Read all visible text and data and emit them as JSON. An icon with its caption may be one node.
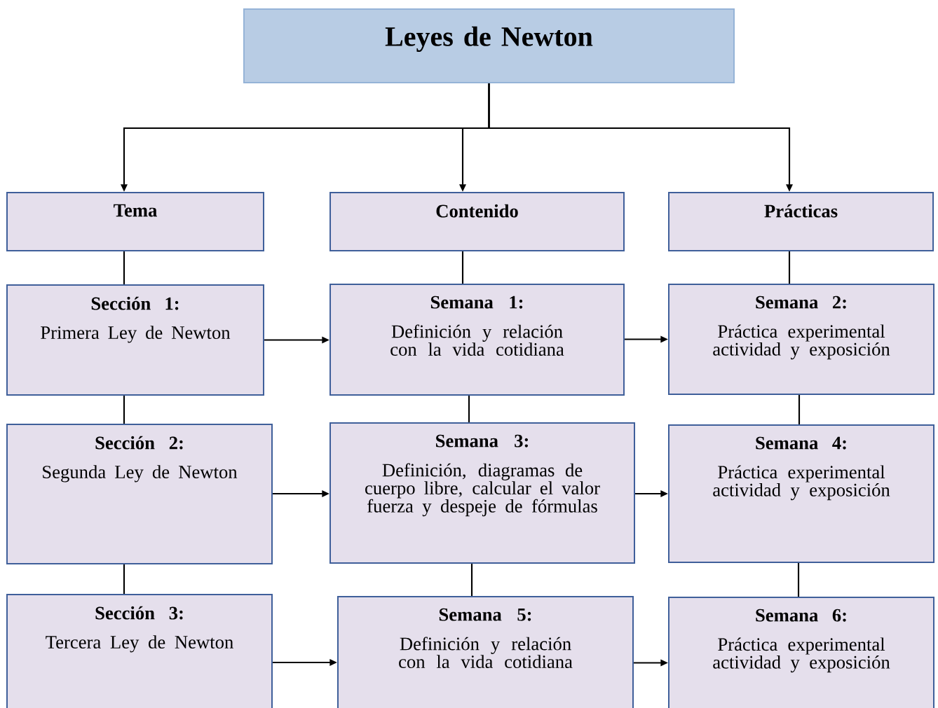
{
  "diagram": {
    "nodes": [
      {
        "text": [
          "Leyes de Newton"
        ]
      },
      {
        "text": [
          "Tema"
        ]
      },
      {
        "text": [
          "Contenido"
        ]
      },
      {
        "text": [
          "Prácticas"
        ]
      },
      {
        "text": [
          "Sección 1:",
          "Primera Ley de Newton"
        ]
      },
      {
        "text": [
          "Semana 1:",
          "Definición y relación con la vida cotidiana"
        ]
      },
      {
        "text": [
          "Semana 2:",
          "Práctica experimental actividad y exposición"
        ]
      },
      {
        "text": [
          "Sección 2:",
          "Segunda Ley de Newton"
        ]
      },
      {
        "text": [
          "Semana 3:",
          "Definición, diagramas de cuerpo libre, calcular el valor fuerza y despeje de fórmulas"
        ]
      },
      {
        "text": [
          "Semana 4:",
          "Práctica experimental actividad y exposición"
        ]
      },
      {
        "text": [
          "Sección 3:",
          "Tercera Ley de Newton"
        ]
      },
      {
        "text": [
          "Semana 5:",
          "Definición y relación con la vida cotidiana"
        ]
      },
      {
        "text": [
          "Semana 6:",
          "Práctica experimental actividad y exposición"
        ]
      }
    ],
    "edges": [
      {
        "from": 0,
        "to": 1,
        "arrow": "to"
      },
      {
        "from": 0,
        "to": 2,
        "arrow": "to"
      },
      {
        "from": 0,
        "to": 3,
        "arrow": "to"
      },
      {
        "from": 1,
        "to": 4,
        "arrow": "none"
      },
      {
        "from": 2,
        "to": 5,
        "arrow": "none"
      },
      {
        "from": 3,
        "to": 6,
        "arrow": "none"
      },
      {
        "from": 4,
        "to": 5,
        "arrow": "to"
      },
      {
        "from": 5,
        "to": 6,
        "arrow": "to"
      },
      {
        "from": 4,
        "to": 7,
        "arrow": "none"
      },
      {
        "from": 5,
        "to": 8,
        "arrow": "none"
      },
      {
        "from": 6,
        "to": 9,
        "arrow": "none"
      },
      {
        "from": 7,
        "to": 8,
        "arrow": "to"
      },
      {
        "from": 8,
        "to": 9,
        "arrow": "to"
      },
      {
        "from": 7,
        "to": 10,
        "arrow": "none"
      },
      {
        "from": 8,
        "to": 11,
        "arrow": "none"
      },
      {
        "from": 9,
        "to": 12,
        "arrow": "none"
      },
      {
        "from": 10,
        "to": 11,
        "arrow": "to"
      },
      {
        "from": 11,
        "to": 12,
        "arrow": "to"
      }
    ]
  }
}
